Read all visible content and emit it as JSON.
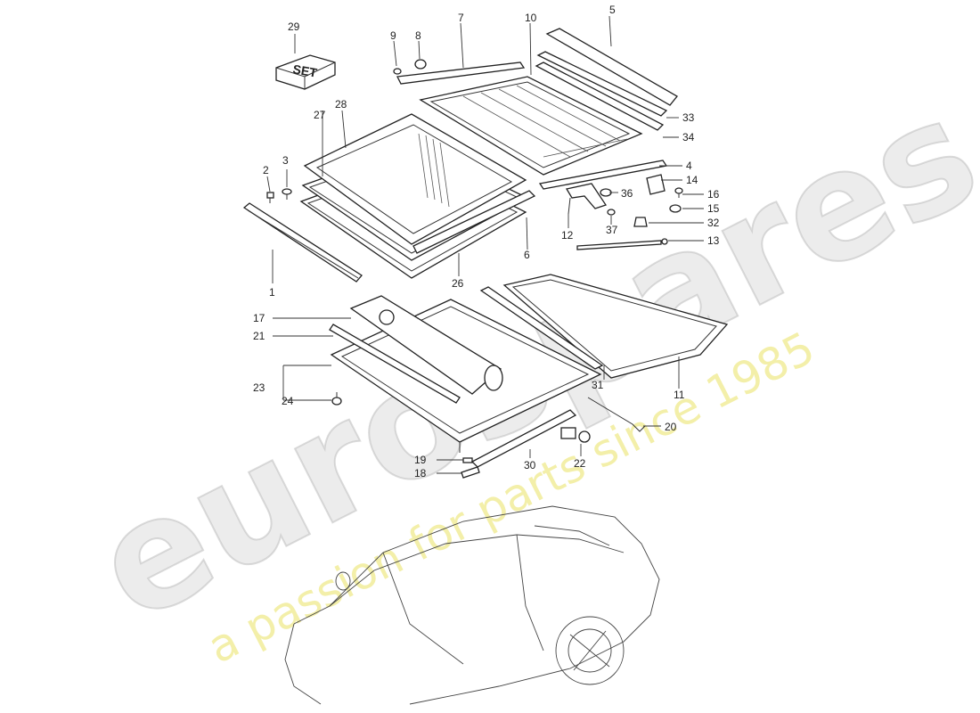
{
  "watermark": {
    "brand": "eurospares",
    "tagline": "a passion for parts since 1985"
  },
  "kit_box_label": "SET",
  "callouts": [
    {
      "id": "c1",
      "text": "1"
    },
    {
      "id": "c2",
      "text": "2"
    },
    {
      "id": "c3",
      "text": "3"
    },
    {
      "id": "c4",
      "text": "4"
    },
    {
      "id": "c5",
      "text": "5"
    },
    {
      "id": "c6",
      "text": "6"
    },
    {
      "id": "c7",
      "text": "7"
    },
    {
      "id": "c8",
      "text": "8"
    },
    {
      "id": "c9",
      "text": "9"
    },
    {
      "id": "c10",
      "text": "10"
    },
    {
      "id": "c11",
      "text": "11"
    },
    {
      "id": "c12",
      "text": "12"
    },
    {
      "id": "c13",
      "text": "13"
    },
    {
      "id": "c14",
      "text": "14"
    },
    {
      "id": "c15",
      "text": "15"
    },
    {
      "id": "c16",
      "text": "16"
    },
    {
      "id": "c17",
      "text": "17"
    },
    {
      "id": "c18",
      "text": "18"
    },
    {
      "id": "c19",
      "text": "19"
    },
    {
      "id": "c20",
      "text": "20"
    },
    {
      "id": "c21",
      "text": "21"
    },
    {
      "id": "c22",
      "text": "22"
    },
    {
      "id": "c23",
      "text": "23"
    },
    {
      "id": "c24",
      "text": "24"
    },
    {
      "id": "c26",
      "text": "26"
    },
    {
      "id": "c27",
      "text": "27"
    },
    {
      "id": "c28",
      "text": "28"
    },
    {
      "id": "c29",
      "text": "29"
    },
    {
      "id": "c30",
      "text": "30"
    },
    {
      "id": "c31",
      "text": "31"
    },
    {
      "id": "c32",
      "text": "32"
    },
    {
      "id": "c33",
      "text": "33"
    },
    {
      "id": "c34",
      "text": "34"
    },
    {
      "id": "c36",
      "text": "36"
    },
    {
      "id": "c37",
      "text": "37"
    }
  ]
}
